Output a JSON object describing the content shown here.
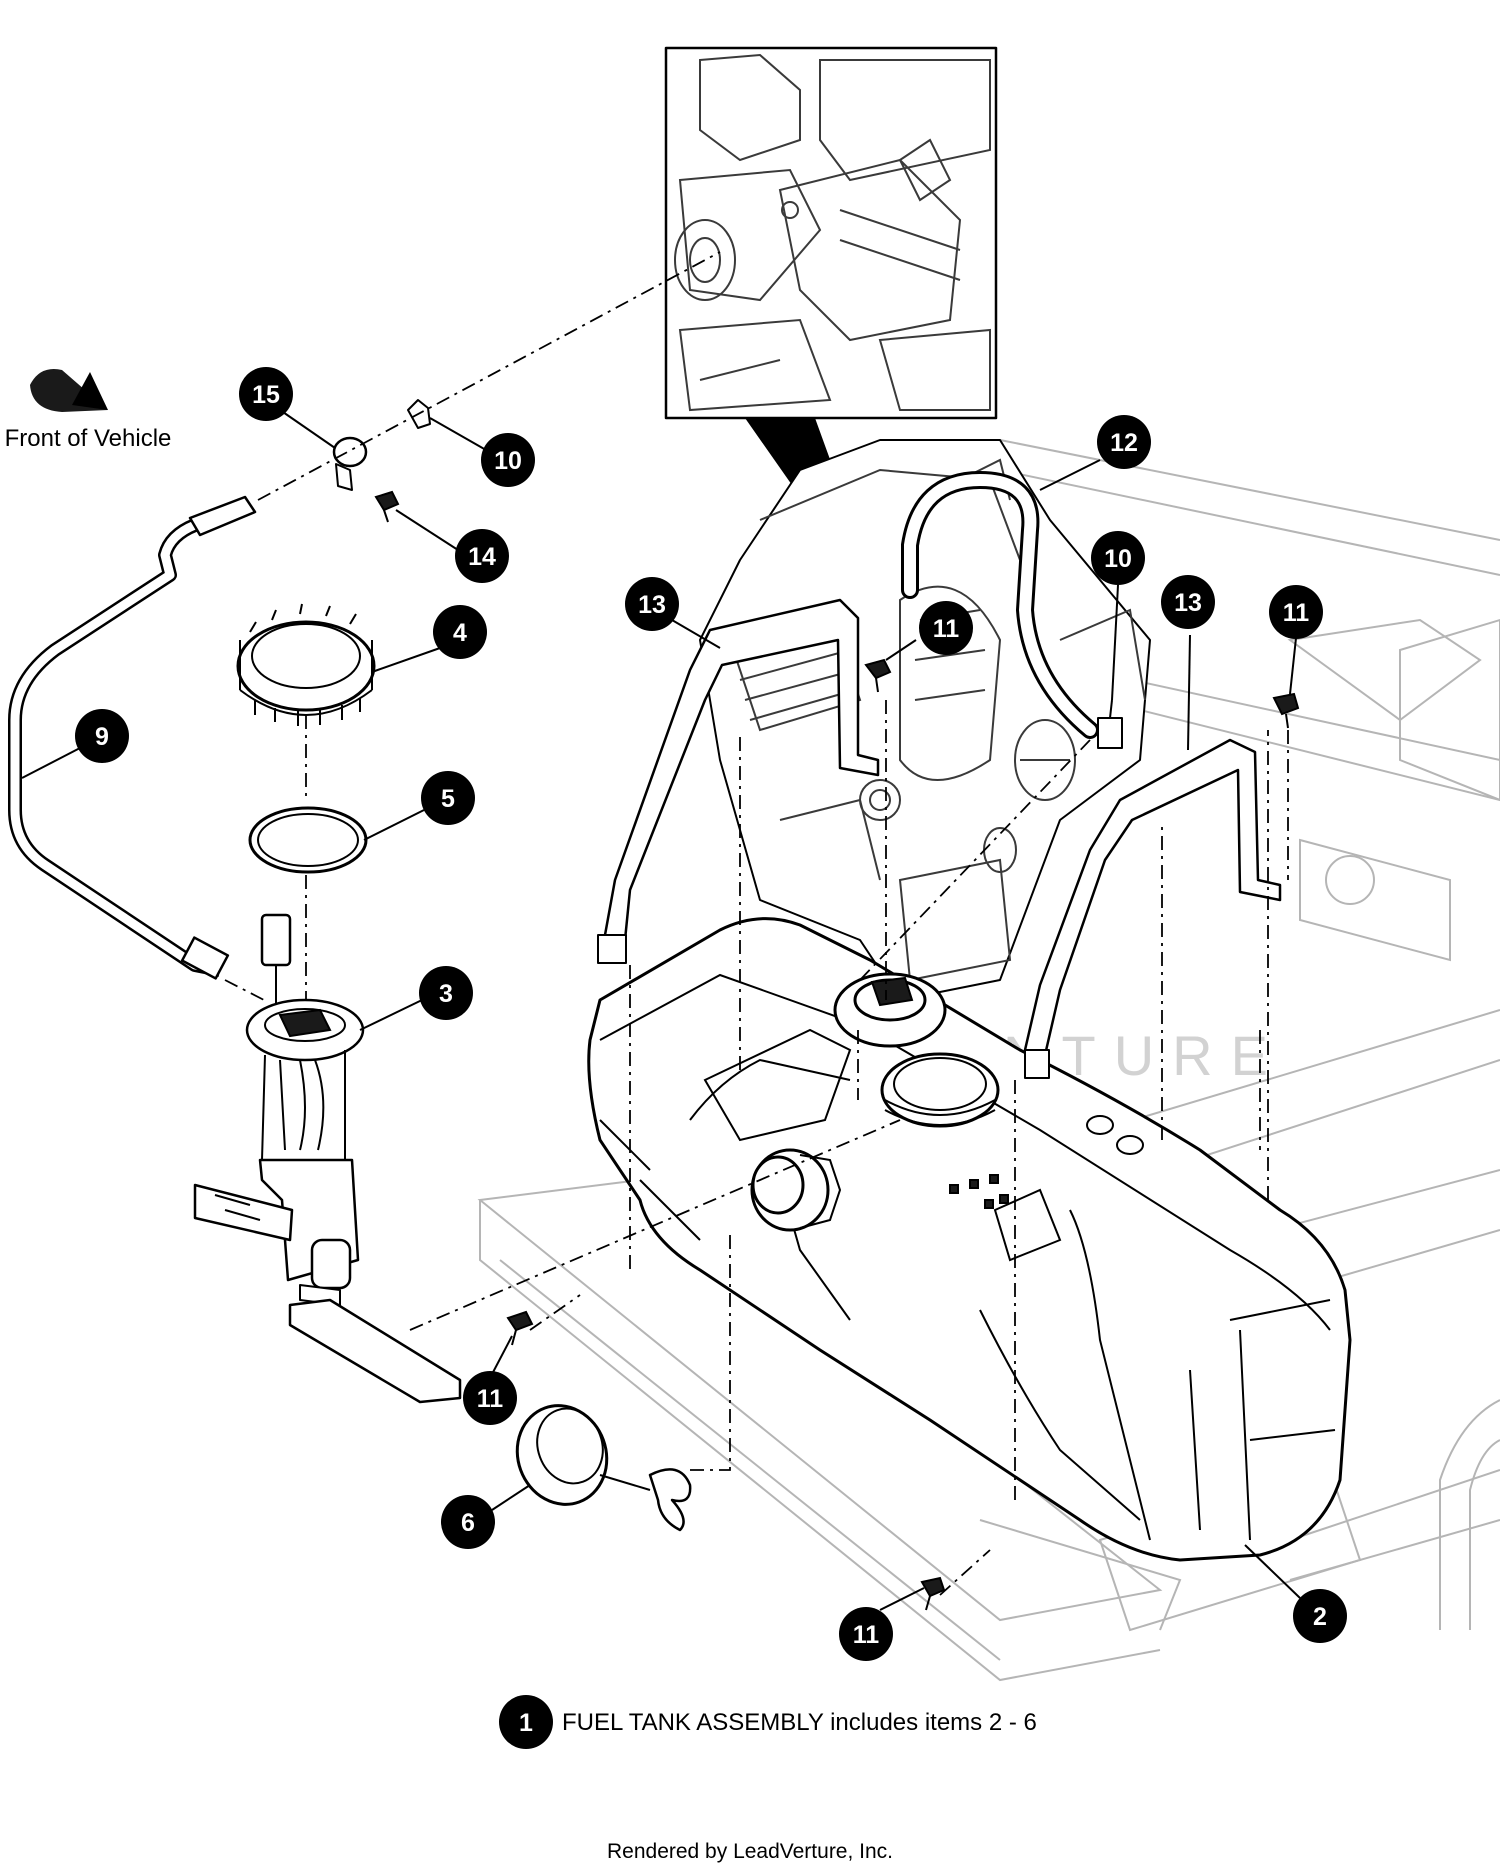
{
  "orientation": {
    "label": "Front of Vehicle",
    "icon": "front-direction-arrow-icon"
  },
  "callouts": {
    "c15": "15",
    "c10_top": "10",
    "c14": "14",
    "c4": "4",
    "c9": "9",
    "c5": "5",
    "c3": "3",
    "c12": "12",
    "c10_right": "10",
    "c13_left": "13",
    "c13_right": "13",
    "c11_a": "11",
    "c11_b": "11",
    "c11_c": "11",
    "c11_d": "11",
    "c6": "6",
    "c2": "2"
  },
  "legend": {
    "number": "1",
    "text": "FUEL TANK ASSEMBLY includes items 2 - 6"
  },
  "footer": {
    "text": "Rendered by LeadVerture, Inc."
  },
  "watermark": {
    "text": "LEADVENTURE"
  }
}
